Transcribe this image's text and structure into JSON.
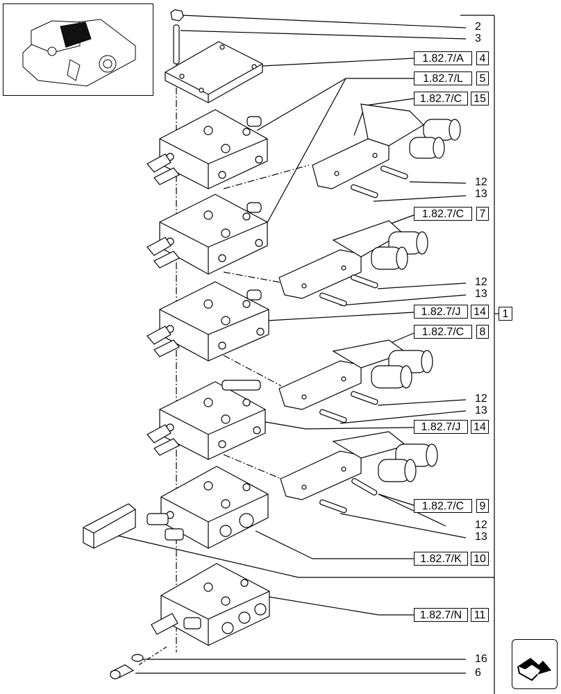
{
  "refs": {
    "r4": {
      "ref": "1.82.7/A",
      "qty": "4"
    },
    "r5": {
      "ref": "1.82.7/L",
      "qty": "5"
    },
    "r15": {
      "ref": "1.82.7/C",
      "qty": "15"
    },
    "r7": {
      "ref": "1.82.7/C",
      "qty": "7"
    },
    "r14a": {
      "ref": "1.82.7/J",
      "qty": "14"
    },
    "r8": {
      "ref": "1.82.7/C",
      "qty": "8"
    },
    "r14b": {
      "ref": "1.82.7/J",
      "qty": "14"
    },
    "r9": {
      "ref": "1.82.7/C",
      "qty": "9"
    },
    "r10": {
      "ref": "1.82.7/K",
      "qty": "10"
    },
    "r11": {
      "ref": "1.82.7/N",
      "qty": "11"
    }
  },
  "assembly_number": "1",
  "callouts": {
    "c2": "2",
    "c3": "3",
    "c12a": "12",
    "c13a": "13",
    "c12b": "12",
    "c13b": "13",
    "c12c": "12",
    "c13c": "13",
    "c12d": "12",
    "c13d": "13",
    "c16": "16",
    "c6": "6"
  },
  "icons": {
    "thumbnail": "valve-assembly-thumbnail-icon",
    "nav": "next-page-arrow-icon"
  }
}
